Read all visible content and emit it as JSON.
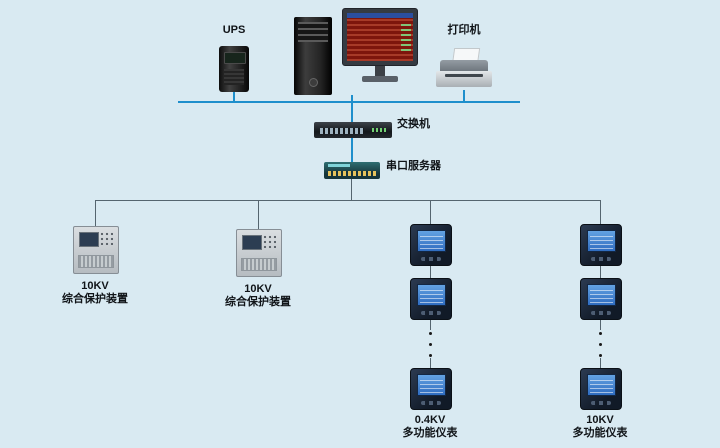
{
  "colors": {
    "background": "#d9eaf2",
    "network_line": "#1e8fcc",
    "branch_line": "#55656f"
  },
  "devices": {
    "ups": {
      "label": "UPS"
    },
    "computer": {
      "label": ""
    },
    "printer": {
      "label": "打印机"
    },
    "switch": {
      "label": "交换机"
    },
    "serial_server": {
      "label": "串口服务器"
    },
    "protection_device_1": {
      "label_line1": "10KV",
      "label_line2": "综合保护装置"
    },
    "protection_device_2": {
      "label_line1": "10KV",
      "label_line2": "综合保护装置"
    },
    "meter_column_1": {
      "label_line1": "0.4KV",
      "label_line2": "多功能仪表"
    },
    "meter_column_2": {
      "label_line1": "10KV",
      "label_line2": "多功能仪表"
    }
  }
}
